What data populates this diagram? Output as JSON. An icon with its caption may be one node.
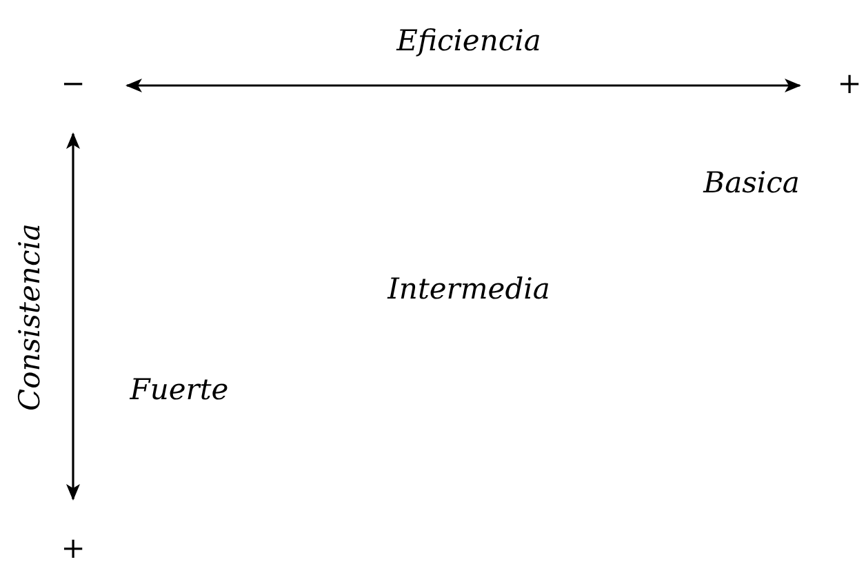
{
  "diagram": {
    "labels": [
      "Eficiencia",
      "−",
      "+",
      "Consistencia",
      "Basica",
      "Intermedia",
      "Fuerte",
      "+"
    ]
  }
}
